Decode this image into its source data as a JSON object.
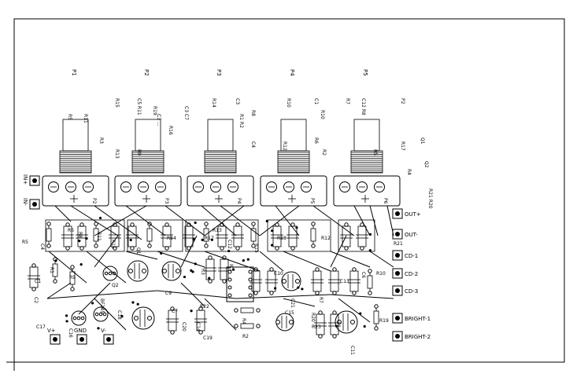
{
  "pots": [
    {
      "label": "P1",
      "mounting": "P2"
    },
    {
      "label": "P2",
      "mounting": "P3"
    },
    {
      "label": "P3",
      "mounting": "P4"
    },
    {
      "label": "P4",
      "mounting": "P5"
    },
    {
      "label": "P5",
      "mounting": "P6"
    }
  ],
  "rotated_labels": [
    "R5",
    "R11",
    "R3",
    "R13",
    "R15",
    "C5 R11",
    "R9",
    "R19",
    "R16",
    "C3 C7",
    "R14",
    "C3",
    "R8",
    "C4",
    "R12",
    "R10",
    "C1",
    "R6",
    "R2",
    "R7",
    "C12 R8",
    "P2",
    "R17",
    "Q1",
    "Q2",
    "R4",
    "R21 R20",
    "C3 ...",
    "R1 R2",
    "R10",
    "R5"
  ],
  "terminals": [
    {
      "label": "IN+"
    },
    {
      "label": "IN-"
    },
    {
      "label": "OUT+"
    },
    {
      "label": "OUT-"
    },
    {
      "label": "CD-1"
    },
    {
      "label": "CD-2"
    },
    {
      "label": "CD-3"
    },
    {
      "label": "BRIGHT-1"
    },
    {
      "label": "BRIGHT-2"
    },
    {
      "label": "V+"
    },
    {
      "label": "GND"
    },
    {
      "label": "V-"
    }
  ],
  "part_labels": [
    "R5",
    "C4",
    "R6",
    "R1",
    "C1",
    "C2",
    "R9",
    "BF245",
    "C17",
    "C16",
    "Q2",
    "C18",
    "C9",
    "R3",
    "R14",
    "R16",
    "R18",
    "C20",
    "C19",
    "R4",
    "R2",
    "R20",
    "R23",
    "C11",
    "R19",
    "IC1",
    "C7",
    "C14",
    "C10",
    "C21",
    "R22",
    "R7",
    "R12",
    "R15",
    "C15",
    "C6",
    "C13",
    "Q1",
    "R17",
    "C12",
    "R13",
    "R11",
    "R10",
    "R8",
    "R21"
  ]
}
